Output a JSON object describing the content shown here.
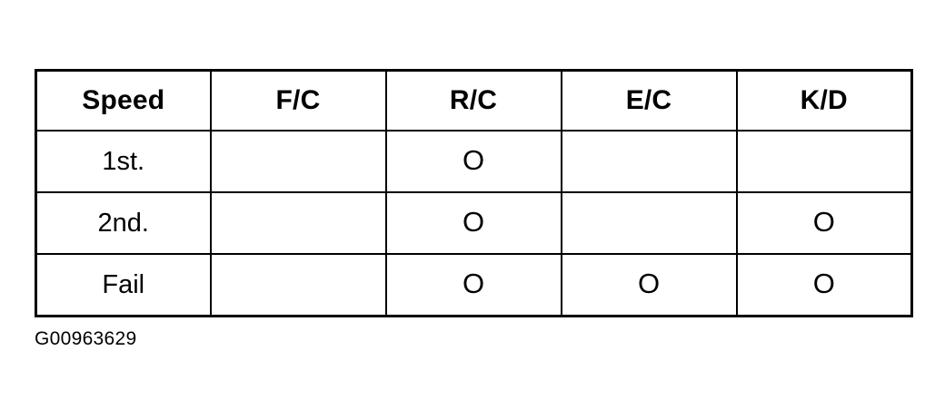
{
  "figure": {
    "caption": "G00963629",
    "colors": {
      "background": "#ffffff",
      "ink": "#000000",
      "border": "#000000"
    }
  },
  "table": {
    "columns": [
      "Speed",
      "F/C",
      "R/C",
      "E/C",
      "K/D"
    ],
    "mark_symbol": "O",
    "rows": [
      {
        "label": "1st.",
        "cells": [
          "",
          "O",
          "",
          ""
        ]
      },
      {
        "label": "2nd.",
        "cells": [
          "",
          "O",
          "",
          "O"
        ]
      },
      {
        "label": "Fail",
        "cells": [
          "",
          "O",
          "O",
          "O"
        ]
      }
    ]
  }
}
